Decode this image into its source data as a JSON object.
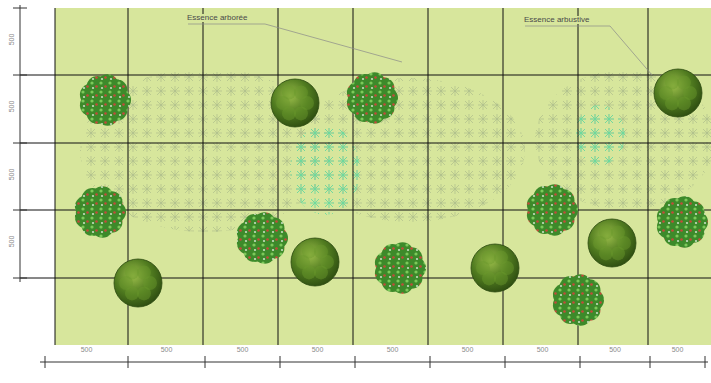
{
  "diagram": {
    "labels": [
      "Essence arborée",
      "Essence arbustive",
      "500",
      "500",
      "500",
      "500",
      "500",
      "500",
      "500",
      "500",
      "500",
      "500",
      "500",
      "500",
      "500"
    ]
  }
}
